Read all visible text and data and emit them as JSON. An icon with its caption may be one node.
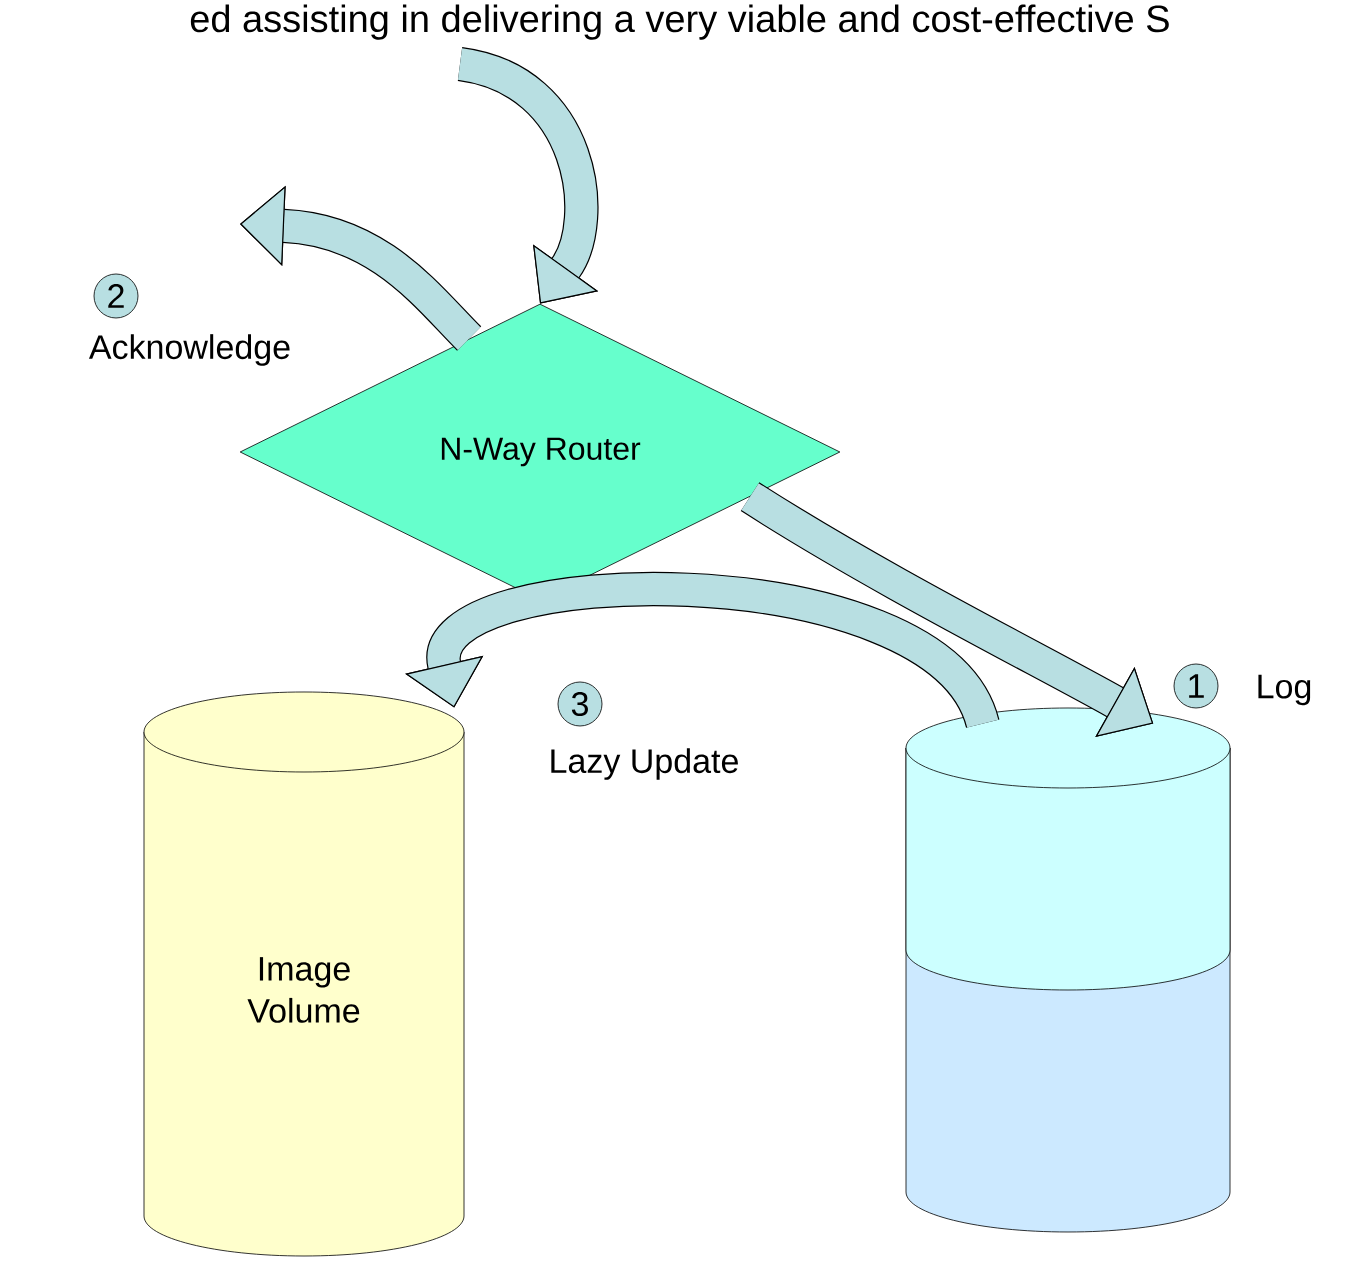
{
  "diagram": {
    "nodes": [
      {
        "text": [
          "N-Way Router"
        ]
      },
      {
        "text": [
          "Image Volume"
        ]
      },
      {
        "text": [],
        "shape": "cylinder"
      }
    ],
    "edges": [
      {
        "from": null,
        "to": 0,
        "arrow": "to"
      },
      {
        "from": 0,
        "to": null,
        "arrow": "to",
        "label": "Acknowledge"
      },
      {
        "from": 0,
        "to": 2,
        "arrow": "to",
        "label": "Log"
      },
      {
        "from": 2,
        "to": 1,
        "arrow": "to",
        "label": "Lazy Update"
      }
    ],
    "labels": [
      "ed assisting in delivering a very viable and cost-effective S",
      "2",
      "1",
      "3"
    ]
  }
}
